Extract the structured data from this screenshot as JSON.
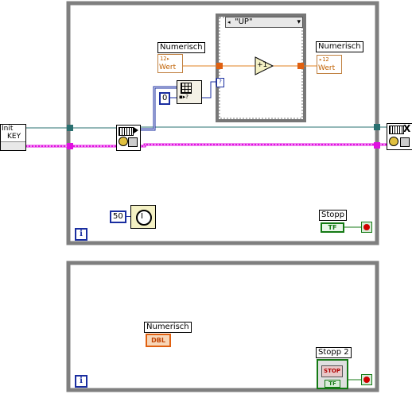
{
  "loop1": {
    "case_selector": "\"UP\"",
    "num_in_label": "Numerisch",
    "num_in_unit": "Wert",
    "num_out_label": "Numerisch",
    "num_out_unit": "Wert",
    "increment_label": "+1",
    "const_zero": "0",
    "index_label": "?",
    "init_label": "Init",
    "key_label": "KEY",
    "wait_const": "50",
    "stop_label": "Stopp",
    "stop_tf": "TF",
    "info_icon": "i"
  },
  "loop2": {
    "num_label": "Numerisch",
    "num_type": "DBL",
    "stop_label": "Stopp 2",
    "stop_text": "STOP",
    "stop_tf": "TF",
    "info_icon": "i"
  },
  "colors": {
    "loop_border": "#7f7f7f",
    "wire_pink": "#e010e0",
    "wire_teal": "#2a7070",
    "wire_blue": "#1a2ea0",
    "wire_orange": "#e08020",
    "stop_green": "#147a14"
  }
}
